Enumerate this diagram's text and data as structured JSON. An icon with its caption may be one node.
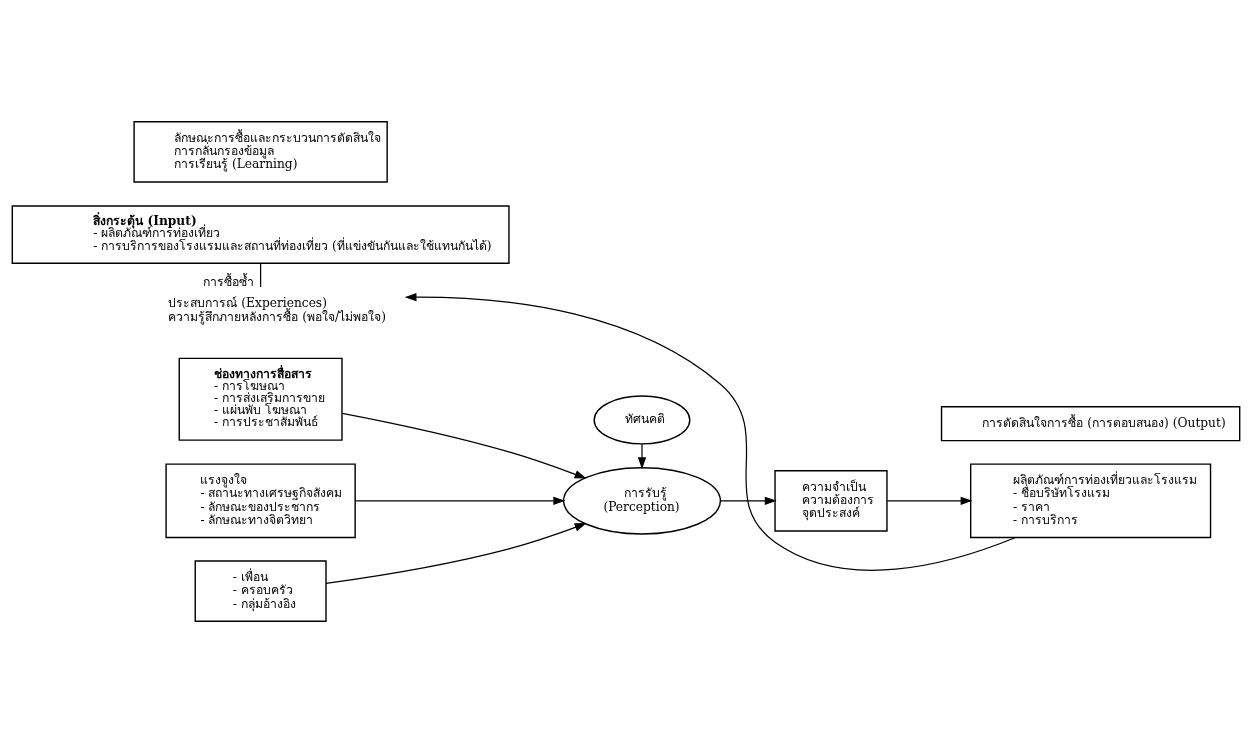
{
  "diagram": {
    "nodes": [
      {
        "text": [
          "สิ่งกระตุ้น (Input)",
          "- ผลิตภัณฑ์การท่องเที่ยว",
          "- การบริการของโรงแรมและสถานที่ท่องเที่ยว (ที่แข่งขันกันและใช้แทนกันได้)"
        ]
      },
      {
        "text": [
          "ช่องทางการสื่อสาร",
          "- การโฆษณา",
          "- การส่งเสริมการขาย",
          "- แผ่นพับ โฆษณา",
          "- การประชาสัมพันธ์"
        ]
      },
      {
        "text": [
          "ลักษณะการซื้อและกระบวนการตัดสินใจ",
          "การกลั่นกรองข้อมูล",
          "การเรียนรู้ (Learning)"
        ]
      },
      {
        "text": [
          "แรงจูงใจ",
          "- สถานะทางเศรษฐกิจสังคม",
          "- ลักษณะของประชากร",
          "- ลักษณะทางจิตวิทยา"
        ]
      },
      {
        "text": [
          "การตัดสินใจการซื้อ (การตอบสนอง) (Output)"
        ]
      },
      {
        "text": [
          "- เพื่อน",
          "- ครอบครัว",
          "- กลุ่มอ้างอิง"
        ]
      },
      {
        "text": [
          "การรับรู้",
          "(Perception)"
        ]
      },
      {
        "text": [
          "ความจำเป็น",
          "ความต้องการ",
          "จุดประสงค์"
        ]
      },
      {
        "text": [
          "ผลิตภัณฑ์การท่องเที่ยวและโรงแรม",
          "- ชื่อบริษัทโรงแรม",
          "- ราคา",
          "- การบริการ"
        ]
      },
      {
        "text": [
          "ทัศนคติ"
        ]
      },
      {
        "text": [
          "ประสบการณ์ (Experiences)",
          "ความรู้สึกภายหลังการซื้อ (พอใจ/ไม่พอใจ)"
        ]
      }
    ],
    "edges": [
      {
        "from": 1,
        "to": 6,
        "arrow": "to"
      },
      {
        "from": 3,
        "to": 6,
        "arrow": "to"
      },
      {
        "from": 5,
        "to": 6,
        "arrow": "to"
      },
      {
        "from": 9,
        "to": 6,
        "arrow": "to"
      },
      {
        "from": 6,
        "to": 7,
        "arrow": "to"
      },
      {
        "from": 7,
        "to": 8,
        "arrow": "to"
      },
      {
        "from": 8,
        "to": 10,
        "arrow": "to"
      },
      {
        "from": 10,
        "to": 0,
        "arrow": "none",
        "label": "การซื้อซ้ำ"
      }
    ]
  }
}
